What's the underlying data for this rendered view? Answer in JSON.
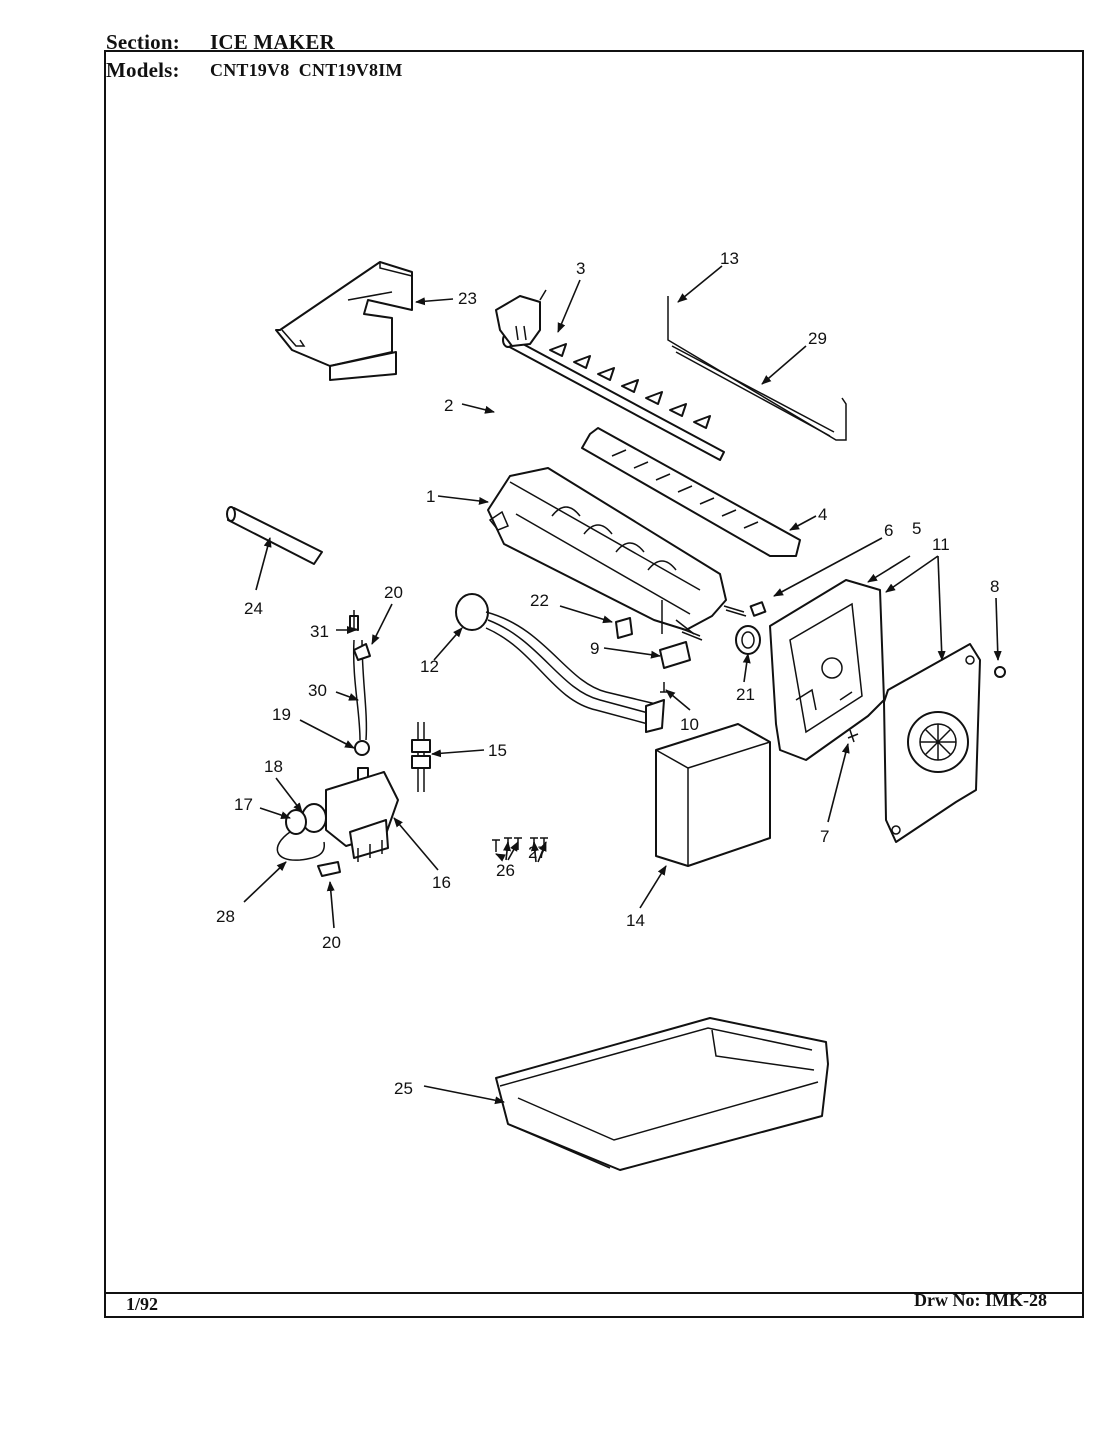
{
  "header": {
    "section_label": "Section:",
    "section_value": "ICE MAKER",
    "models_label": "Models:",
    "models_value": "CNT19V8  CNT19V8IM"
  },
  "footer": {
    "date": "1/92",
    "drawing_number": "Drw No: IMK-28"
  },
  "callouts": [
    "1",
    "2",
    "3",
    "4",
    "5",
    "6",
    "7",
    "8",
    "9",
    "10",
    "11",
    "12",
    "13",
    "14",
    "15",
    "16",
    "17",
    "18",
    "19",
    "20",
    "21",
    "22",
    "23",
    "24",
    "25",
    "26",
    "27",
    "28",
    "29",
    "30",
    "31"
  ],
  "parts": {
    "mold": "1",
    "bracket": "2",
    "ejector": "3",
    "stripper": "4",
    "housing": "5",
    "shutoff_arm": "11",
    "wire_harness": "12",
    "feeler_bar": "13",
    "cover": "14",
    "fill_cup": "23",
    "heater_tube": "24",
    "ice_bin": "25",
    "water_valve": "16",
    "fill_tube": "30"
  }
}
